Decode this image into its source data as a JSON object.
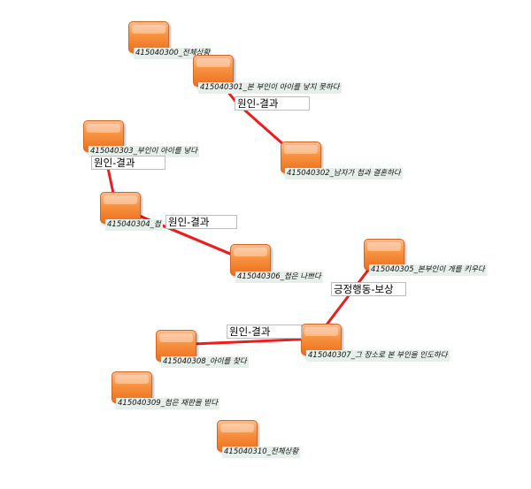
{
  "nodes": [
    {
      "id": "n300",
      "label": "415040300_전체상황"
    },
    {
      "id": "n301",
      "label": "415040301_본 부인이 아이를 낳지 못하다"
    },
    {
      "id": "n302",
      "label": "415040302_남자가 첩과 결혼하다"
    },
    {
      "id": "n303",
      "label": "415040303_부인이 아이를 낳다"
    },
    {
      "id": "n304",
      "label": "415040304_첩"
    },
    {
      "id": "n305",
      "label": "415040305_본부인이 개를 키우다"
    },
    {
      "id": "n306",
      "label": "415040306_첩은 나쁘다"
    },
    {
      "id": "n307",
      "label": "415040307_그 장소로 본 부인을 인도하다"
    },
    {
      "id": "n308",
      "label": "415040308_아이를 찾다"
    },
    {
      "id": "n309",
      "label": "415040309_첩은 재판을 받다"
    },
    {
      "id": "n310",
      "label": "415040310_전체상황"
    }
  ],
  "edges": [
    {
      "from": "n301",
      "to": "n302",
      "label": "원인-결과"
    },
    {
      "from": "n303",
      "to": "n306",
      "label": "원인-결과"
    },
    {
      "from": "n304",
      "to": "n306",
      "label": "원인-결과"
    },
    {
      "from": "n305",
      "to": "n307",
      "label": "긍정행동-보상"
    },
    {
      "from": "n307",
      "to": "n308",
      "label": "원인-결과"
    }
  ],
  "colors": {
    "node_fill": "#f7913f",
    "edge": "#ee1c1c",
    "label_bg": "#e6efe9"
  }
}
